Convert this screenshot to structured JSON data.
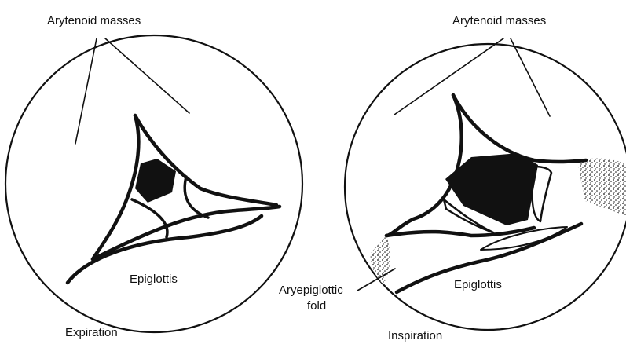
{
  "left_panel": {
    "top_label": "Arytenoid masses",
    "structure_label": "Epiglottis",
    "phase_label": "Expiration"
  },
  "right_panel": {
    "top_label": "Arytenoid masses",
    "structure_label": "Epiglottis",
    "fold_label_line1": "Aryepiglottic",
    "fold_label_line2": "fold",
    "phase_label": "Inspiration"
  },
  "colors": {
    "ink": "#111111",
    "background": "#ffffff"
  }
}
